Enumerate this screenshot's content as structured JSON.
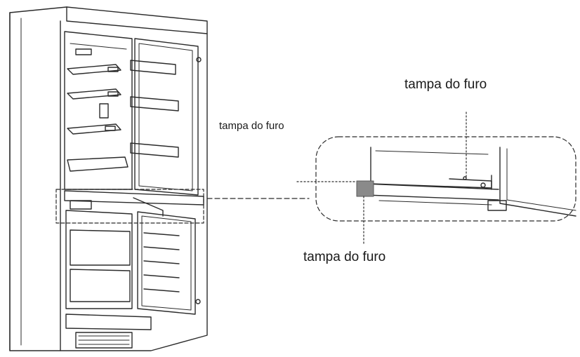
{
  "labels": {
    "hole_cover_top": "tampa do furo",
    "hole_cover_middle": "tampa do furo",
    "hole_cover_bottom": "tampa do furo"
  },
  "colors": {
    "line": "#2b2b2b",
    "hole_cover_fill": "#8a8a8a",
    "background": "#ffffff"
  },
  "icons": {
    "appliance": "refrigerator-freezer-open-doors",
    "detail": "hinge-hole-cover-detail"
  }
}
